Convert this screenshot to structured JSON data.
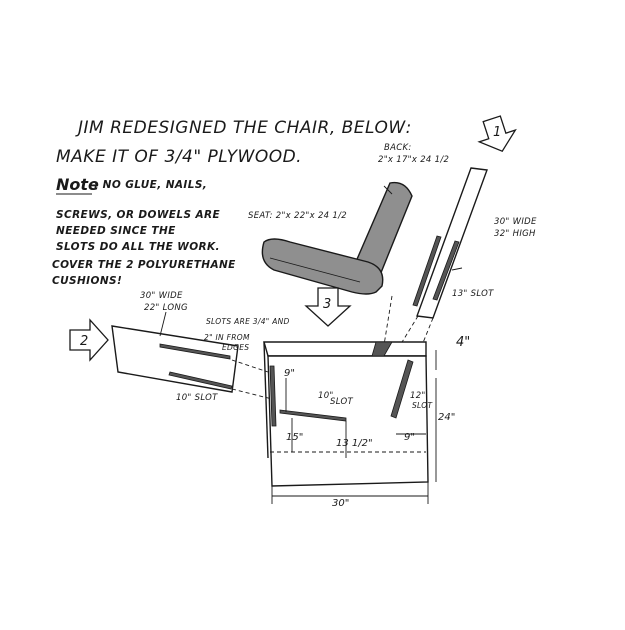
{
  "text": {
    "title_line1": "JIM REDESIGNED THE CHAIR, BELOW:",
    "title_line2": "MAKE IT OF 3/4\" PLYWOOD.",
    "note_label": "Note",
    "note_line1": ": NO GLUE, NAILS,",
    "note_line2": "SCREWS, OR DOWELS ARE",
    "note_line3": "NEEDED SINCE THE",
    "note_line4": "SLOTS DO ALL THE WORK.",
    "note_line5": "COVER THE 2 POLYURETHANE",
    "note_line6": "CUSHIONS!",
    "back_label1": "BACK:",
    "back_label2": "2\"x 17\"x 24 1/2",
    "seat_label": "SEAT: 2\"x 22\"x 24 1/2",
    "back_panel1": "30\" WIDE",
    "back_panel2": "32\" HIGH",
    "slot_13": "13\" SLOT",
    "seat_panel1": "30\" WIDE",
    "seat_panel2": "22\" LONG",
    "slots_note1": "SLOTS ARE 3/4\" AND",
    "slots_note2": "2\" IN FROM",
    "slots_note3": "EDGES",
    "slot_10_left": "10\" SLOT",
    "dim_9_top": "9\"",
    "dim_10_slot_a": "10\"",
    "dim_10_slot_b": "SLOT",
    "dim_12_slot_a": "12\"",
    "dim_12_slot_b": "SLOT",
    "dim_15": "15\"",
    "dim_13_5": "13 1/2\"",
    "dim_9_bottom": "9\"",
    "dim_4": "4\"",
    "dim_24": "24\"",
    "dim_30": "30\"",
    "step_1": "1",
    "step_2": "2",
    "step_3": "3"
  },
  "colors": {
    "ink": "#1a1a1a",
    "cushion": "#8f8f8f",
    "slot": "#555555",
    "paper": "#ffffff"
  }
}
